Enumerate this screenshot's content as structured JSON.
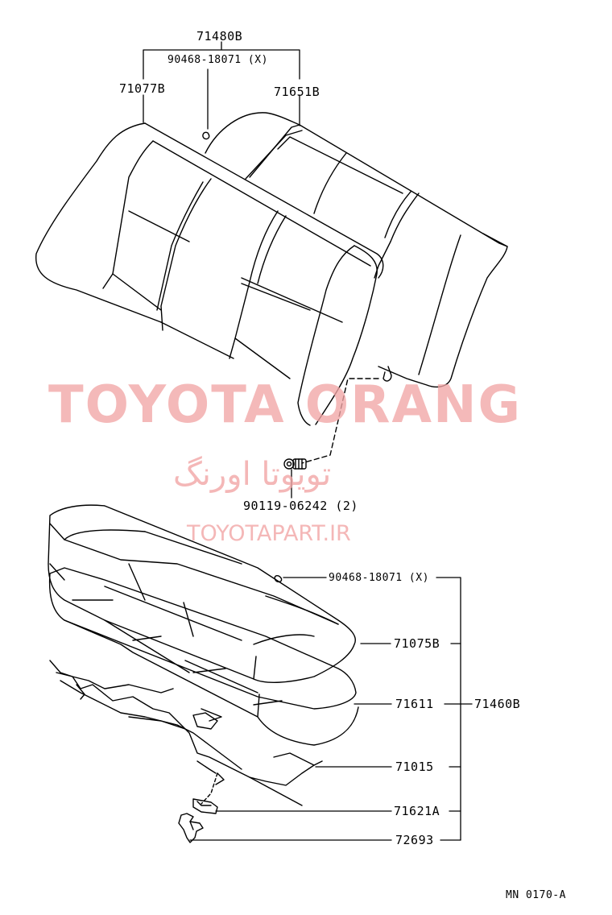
{
  "watermark": {
    "title": "TOYOTA ORANG",
    "arabic": "تویوتا اورنگ",
    "site": "TOYOTAPART.IR",
    "color": "#f2a6a6"
  },
  "labels": {
    "back_assembly": "71480B",
    "back_hogring_top": "90468-18071 (X)",
    "back_cover": "71077B",
    "back_pad": "71651B",
    "bolt": "90119-06242 (2)",
    "cushion_hogring": "90468-18071 (X)",
    "cushion_cover": "71075B",
    "cushion_pad": "71611",
    "cushion_assembly": "71460B",
    "cushion_frame": "71015",
    "lock_hook": "71621A",
    "clip": "72693",
    "figure_code": "MN 0170-A"
  }
}
